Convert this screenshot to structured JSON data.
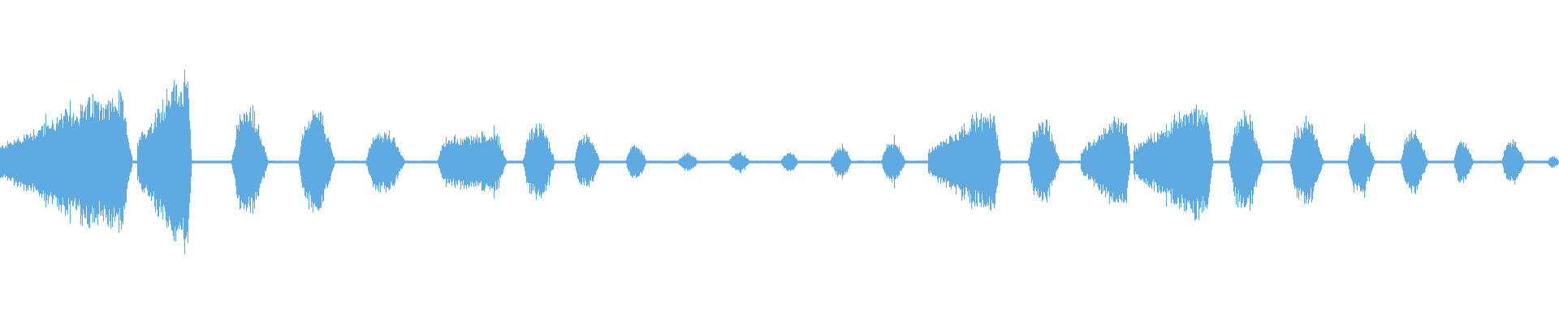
{
  "waveform": {
    "color": "#5eaae2",
    "background": "#ffffff",
    "duration_fraction_segments": [
      {
        "start": 0.0,
        "end": 0.085,
        "peak": 0.4,
        "shape": "swell"
      },
      {
        "start": 0.088,
        "end": 0.123,
        "peak": 0.52,
        "shape": "swell"
      },
      {
        "start": 0.148,
        "end": 0.172,
        "peak": 0.34,
        "shape": "decay"
      },
      {
        "start": 0.191,
        "end": 0.215,
        "peak": 0.32,
        "shape": "decay"
      },
      {
        "start": 0.234,
        "end": 0.26,
        "peak": 0.2,
        "shape": "decay"
      },
      {
        "start": 0.28,
        "end": 0.325,
        "peak": 0.2,
        "shape": "plateau"
      },
      {
        "start": 0.335,
        "end": 0.356,
        "peak": 0.24,
        "shape": "decay"
      },
      {
        "start": 0.368,
        "end": 0.385,
        "peak": 0.17,
        "shape": "decay"
      },
      {
        "start": 0.401,
        "end": 0.415,
        "peak": 0.11,
        "shape": "decay"
      },
      {
        "start": 0.434,
        "end": 0.448,
        "peak": 0.06,
        "shape": "bump"
      },
      {
        "start": 0.467,
        "end": 0.481,
        "peak": 0.07,
        "shape": "bump"
      },
      {
        "start": 0.5,
        "end": 0.512,
        "peak": 0.07,
        "shape": "bump"
      },
      {
        "start": 0.532,
        "end": 0.546,
        "peak": 0.1,
        "shape": "bump"
      },
      {
        "start": 0.565,
        "end": 0.581,
        "peak": 0.13,
        "shape": "decay"
      },
      {
        "start": 0.595,
        "end": 0.642,
        "peak": 0.3,
        "shape": "swell"
      },
      {
        "start": 0.659,
        "end": 0.68,
        "peak": 0.26,
        "shape": "decay"
      },
      {
        "start": 0.693,
        "end": 0.725,
        "peak": 0.28,
        "shape": "swell"
      },
      {
        "start": 0.727,
        "end": 0.778,
        "peak": 0.34,
        "shape": "swell"
      },
      {
        "start": 0.788,
        "end": 0.81,
        "peak": 0.32,
        "shape": "decay"
      },
      {
        "start": 0.827,
        "end": 0.849,
        "peak": 0.27,
        "shape": "decay"
      },
      {
        "start": 0.864,
        "end": 0.882,
        "peak": 0.22,
        "shape": "decay"
      },
      {
        "start": 0.898,
        "end": 0.916,
        "peak": 0.2,
        "shape": "decay"
      },
      {
        "start": 0.932,
        "end": 0.945,
        "peak": 0.14,
        "shape": "decay"
      },
      {
        "start": 0.963,
        "end": 0.978,
        "peak": 0.15,
        "shape": "decay"
      },
      {
        "start": 0.992,
        "end": 1.0,
        "peak": 0.04,
        "shape": "bump"
      }
    ],
    "noise_floor": 0.008
  }
}
